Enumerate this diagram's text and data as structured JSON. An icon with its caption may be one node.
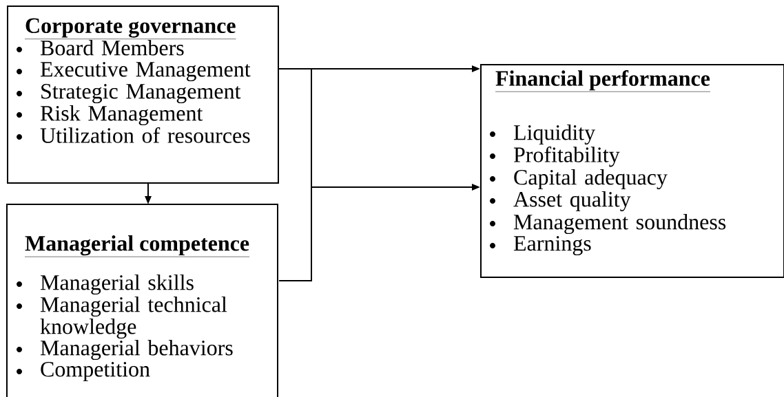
{
  "diagram": {
    "nodes": [
      {
        "text": [
          "Corporate governance",
          "Board Members",
          "Executive Management",
          "Strategic Management",
          "Risk Management",
          "Utilization of resources"
        ]
      },
      {
        "text": [
          "Managerial competence",
          "Managerial skills",
          "Managerial technical knowledge",
          "Managerial behaviors",
          "Competition"
        ]
      },
      {
        "text": [
          "Financial performance",
          "Liquidity",
          "Profitability",
          "Capital adequacy",
          "Asset quality",
          "Management soundness",
          "Earnings"
        ]
      }
    ],
    "edges": [
      {
        "from": 0,
        "to": 2,
        "arrow": "to"
      },
      {
        "from": 0,
        "to": 1,
        "arrow": "to"
      },
      {
        "from": 1,
        "to": 2,
        "arrow": "to"
      }
    ]
  }
}
